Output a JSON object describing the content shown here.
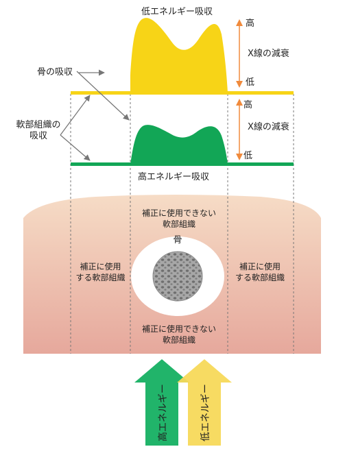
{
  "labels": {
    "low_energy_absorption": "低エネルギー吸収",
    "high_energy_absorption": "高エネルギー吸収",
    "bone_absorption": "骨の吸収",
    "soft_tissue_absorption_1": "軟部組織の",
    "soft_tissue_absorption_2": "吸収",
    "scale_top_high": "高",
    "scale_top_mid": "X線の減衰",
    "scale_top_low": "低",
    "scale_bot_high": "高",
    "scale_bot_mid": "X線の減衰",
    "scale_bot_low": "低",
    "unusable_top_1": "補正に使用できない",
    "unusable_top_2": "軟部組織",
    "bone": "骨",
    "usable_left_1": "補正に使用",
    "usable_left_2": "する軟部組織",
    "usable_right_1": "補正に使用",
    "usable_right_2": "する軟部組織",
    "unusable_bottom_1": "補正に使用できない",
    "unusable_bottom_2": "軟部組織",
    "arrow_high": "高エネルギー",
    "arrow_low": "低エネルギー"
  },
  "colors": {
    "low_energy": "#f7d417",
    "high_energy": "#12a656",
    "scale_arrow": "#f08a3c",
    "body_top": "#f6dcc6",
    "body_bottom": "#e6a89c",
    "arrow_high": "#21b46a",
    "arrow_low": "#f7d95a"
  }
}
